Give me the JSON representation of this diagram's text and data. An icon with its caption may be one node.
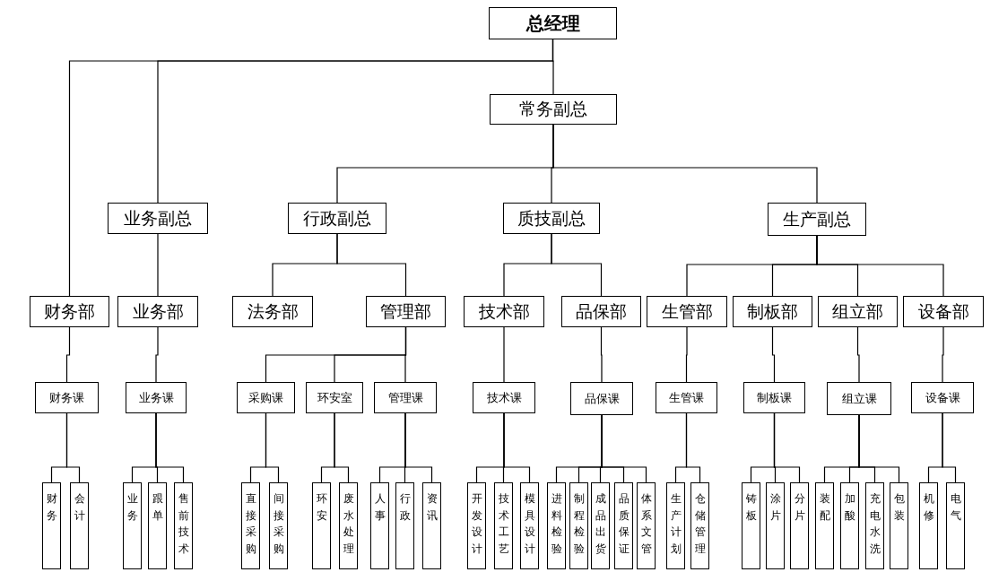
{
  "diagram": {
    "nodes": [
      {
        "text": [
          "总经理"
        ]
      },
      {
        "text": [
          "常务副总"
        ]
      },
      {
        "text": [
          "业务副总"
        ]
      },
      {
        "text": [
          "行政副总"
        ]
      },
      {
        "text": [
          "质技副总"
        ]
      },
      {
        "text": [
          "生产副总"
        ]
      },
      {
        "text": [
          "财务部"
        ]
      },
      {
        "text": [
          "业务部"
        ]
      },
      {
        "text": [
          "法务部"
        ]
      },
      {
        "text": [
          "管理部"
        ]
      },
      {
        "text": [
          "技术部"
        ]
      },
      {
        "text": [
          "品保部"
        ]
      },
      {
        "text": [
          "生管部"
        ]
      },
      {
        "text": [
          "制板部"
        ]
      },
      {
        "text": [
          "组立部"
        ]
      },
      {
        "text": [
          "设备部"
        ]
      },
      {
        "text": [
          "财务课"
        ]
      },
      {
        "text": [
          "业务课"
        ]
      },
      {
        "text": [
          "采购课"
        ]
      },
      {
        "text": [
          "环安室"
        ]
      },
      {
        "text": [
          "管理课"
        ]
      },
      {
        "text": [
          "技术课"
        ]
      },
      {
        "text": [
          "品保课"
        ]
      },
      {
        "text": [
          "生管课"
        ]
      },
      {
        "text": [
          "制板课"
        ]
      },
      {
        "text": [
          "组立课"
        ]
      },
      {
        "text": [
          "设备课"
        ]
      },
      {
        "text": [
          "财务"
        ]
      },
      {
        "text": [
          "会计"
        ]
      },
      {
        "text": [
          "业务"
        ]
      },
      {
        "text": [
          "跟单"
        ]
      },
      {
        "text": [
          "售前技术"
        ]
      },
      {
        "text": [
          "直接采购"
        ]
      },
      {
        "text": [
          "间接采购"
        ]
      },
      {
        "text": [
          "环安"
        ]
      },
      {
        "text": [
          "废水处理"
        ]
      },
      {
        "text": [
          "人事"
        ]
      },
      {
        "text": [
          "行政"
        ]
      },
      {
        "text": [
          "资讯"
        ]
      },
      {
        "text": [
          "开发设计"
        ]
      },
      {
        "text": [
          "技术工艺"
        ]
      },
      {
        "text": [
          "模具设计"
        ]
      },
      {
        "text": [
          "进料检验"
        ]
      },
      {
        "text": [
          "制程检验"
        ]
      },
      {
        "text": [
          "成品出货"
        ]
      },
      {
        "text": [
          "品质保证"
        ]
      },
      {
        "text": [
          "体系文管"
        ]
      },
      {
        "text": [
          "生产计划"
        ]
      },
      {
        "text": [
          "仓储管理"
        ]
      },
      {
        "text": [
          "铸板"
        ]
      },
      {
        "text": [
          "涂片"
        ]
      },
      {
        "text": [
          "分片"
        ]
      },
      {
        "text": [
          "装配"
        ]
      },
      {
        "text": [
          "加酸"
        ]
      },
      {
        "text": [
          "充电水洗"
        ]
      },
      {
        "text": [
          "包装"
        ]
      },
      {
        "text": [
          "机修"
        ]
      },
      {
        "text": [
          "电气"
        ]
      }
    ],
    "edges": [
      {
        "from": 0,
        "to": 1,
        "arrow": "none"
      },
      {
        "from": 0,
        "to": 6,
        "arrow": "none"
      },
      {
        "from": 0,
        "to": 2,
        "arrow": "none"
      },
      {
        "from": 1,
        "to": 3,
        "arrow": "none"
      },
      {
        "from": 1,
        "to": 4,
        "arrow": "none"
      },
      {
        "from": 1,
        "to": 5,
        "arrow": "none"
      },
      {
        "from": 2,
        "to": 7,
        "arrow": "none"
      },
      {
        "from": 3,
        "to": 8,
        "arrow": "none"
      },
      {
        "from": 3,
        "to": 9,
        "arrow": "none"
      },
      {
        "from": 4,
        "to": 10,
        "arrow": "none"
      },
      {
        "from": 4,
        "to": 11,
        "arrow": "none"
      },
      {
        "from": 5,
        "to": 12,
        "arrow": "none"
      },
      {
        "from": 5,
        "to": 13,
        "arrow": "none"
      },
      {
        "from": 5,
        "to": 14,
        "arrow": "none"
      },
      {
        "from": 5,
        "to": 15,
        "arrow": "none"
      },
      {
        "from": 6,
        "to": 16,
        "arrow": "none"
      },
      {
        "from": 7,
        "to": 17,
        "arrow": "none"
      },
      {
        "from": 9,
        "to": 18,
        "arrow": "none"
      },
      {
        "from": 9,
        "to": 19,
        "arrow": "none"
      },
      {
        "from": 9,
        "to": 20,
        "arrow": "none"
      },
      {
        "from": 10,
        "to": 21,
        "arrow": "none"
      },
      {
        "from": 11,
        "to": 22,
        "arrow": "none"
      },
      {
        "from": 12,
        "to": 23,
        "arrow": "none"
      },
      {
        "from": 13,
        "to": 24,
        "arrow": "none"
      },
      {
        "from": 14,
        "to": 25,
        "arrow": "none"
      },
      {
        "from": 15,
        "to": 26,
        "arrow": "none"
      },
      {
        "from": 16,
        "to": 27,
        "arrow": "none"
      },
      {
        "from": 16,
        "to": 28,
        "arrow": "none"
      },
      {
        "from": 17,
        "to": 29,
        "arrow": "none"
      },
      {
        "from": 17,
        "to": 30,
        "arrow": "none"
      },
      {
        "from": 17,
        "to": 31,
        "arrow": "none"
      },
      {
        "from": 18,
        "to": 32,
        "arrow": "none"
      },
      {
        "from": 18,
        "to": 33,
        "arrow": "none"
      },
      {
        "from": 19,
        "to": 34,
        "arrow": "none"
      },
      {
        "from": 19,
        "to": 35,
        "arrow": "none"
      },
      {
        "from": 20,
        "to": 36,
        "arrow": "none"
      },
      {
        "from": 20,
        "to": 37,
        "arrow": "none"
      },
      {
        "from": 20,
        "to": 38,
        "arrow": "none"
      },
      {
        "from": 21,
        "to": 39,
        "arrow": "none"
      },
      {
        "from": 21,
        "to": 40,
        "arrow": "none"
      },
      {
        "from": 21,
        "to": 41,
        "arrow": "none"
      },
      {
        "from": 22,
        "to": 42,
        "arrow": "none"
      },
      {
        "from": 22,
        "to": 43,
        "arrow": "none"
      },
      {
        "from": 22,
        "to": 44,
        "arrow": "none"
      },
      {
        "from": 22,
        "to": 45,
        "arrow": "none"
      },
      {
        "from": 22,
        "to": 46,
        "arrow": "none"
      },
      {
        "from": 23,
        "to": 47,
        "arrow": "none"
      },
      {
        "from": 23,
        "to": 48,
        "arrow": "none"
      },
      {
        "from": 24,
        "to": 49,
        "arrow": "none"
      },
      {
        "from": 24,
        "to": 50,
        "arrow": "none"
      },
      {
        "from": 24,
        "to": 51,
        "arrow": "none"
      },
      {
        "from": 25,
        "to": 52,
        "arrow": "none"
      },
      {
        "from": 25,
        "to": 53,
        "arrow": "none"
      },
      {
        "from": 25,
        "to": 54,
        "arrow": "none"
      },
      {
        "from": 25,
        "to": 55,
        "arrow": "none"
      },
      {
        "from": 26,
        "to": 56,
        "arrow": "none"
      },
      {
        "from": 26,
        "to": 57,
        "arrow": "none"
      }
    ]
  }
}
